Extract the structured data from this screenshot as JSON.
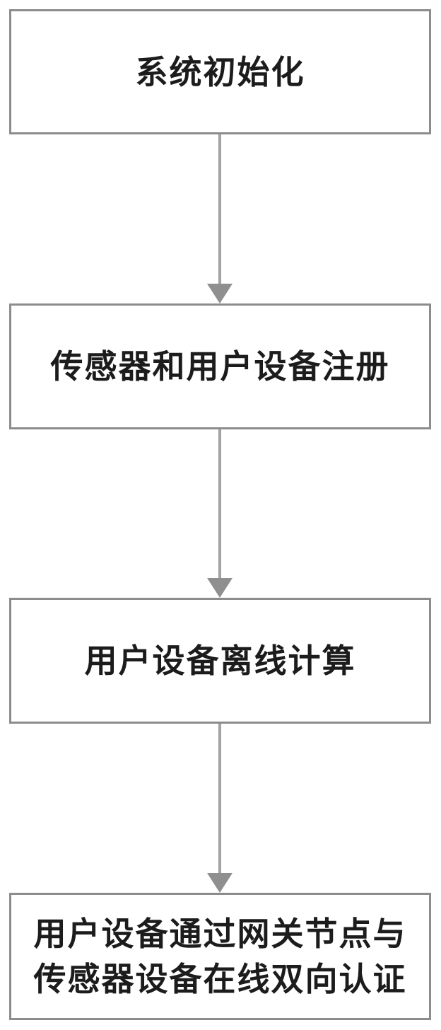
{
  "diagram": {
    "type": "flowchart",
    "direction": "top-to-bottom",
    "colors": {
      "background": "#ffffff",
      "box_border": "#8c8c8c",
      "text": "#1c1c1c",
      "arrow_line": "#a3a3a3",
      "arrow_head": "#8f8f8f"
    },
    "steps": [
      {
        "id": 1,
        "label": "系统初始化"
      },
      {
        "id": 2,
        "label": "传感器和用户设备注册"
      },
      {
        "id": 3,
        "label": "用户设备离线计算"
      },
      {
        "id": 4,
        "label": "用户设备通过网关节点与\n传感器设备在线双向认证"
      }
    ],
    "connectors": [
      {
        "from": 1,
        "to": 2
      },
      {
        "from": 2,
        "to": 3
      },
      {
        "from": 3,
        "to": 4
      }
    ]
  }
}
